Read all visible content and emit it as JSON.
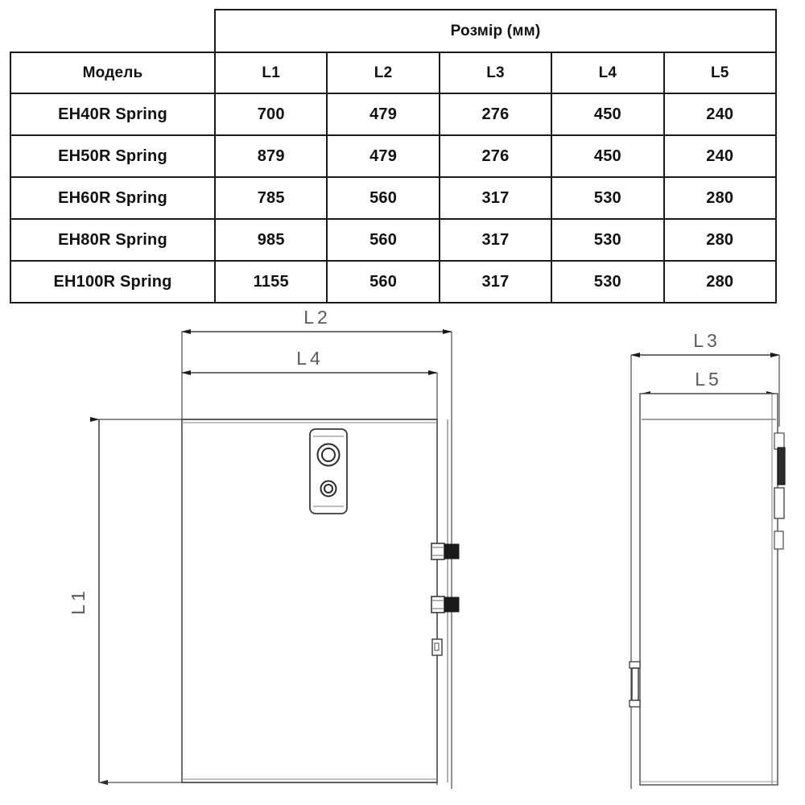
{
  "table": {
    "group_header": "Розмір (мм)",
    "columns": [
      "Модель",
      "L1",
      "L2",
      "L3",
      "L4",
      "L5"
    ],
    "rows": [
      {
        "model": "EH40R Spring",
        "l1": "700",
        "l2": "479",
        "l3": "276",
        "l4": "450",
        "l5": "240"
      },
      {
        "model": "EH50R Spring",
        "l1": "879",
        "l2": "479",
        "l3": "276",
        "l4": "450",
        "l5": "240"
      },
      {
        "model": "EH60R Spring",
        "l1": "785",
        "l2": "560",
        "l3": "317",
        "l4": "530",
        "l5": "280"
      },
      {
        "model": "EH80R Spring",
        "l1": "985",
        "l2": "560",
        "l3": "317",
        "l4": "530",
        "l5": "280"
      },
      {
        "model": "EH100R Spring",
        "l1": "1155",
        "l2": "560",
        "l3": "317",
        "l4": "530",
        "l5": "280"
      }
    ]
  },
  "drawing": {
    "front_view": {
      "dim_height": "L1",
      "dim_outer_width": "L2",
      "dim_inner_width": "L4"
    },
    "side_view": {
      "dim_outer_depth": "L3",
      "dim_inner_depth": "L5"
    }
  },
  "colors": {
    "line": "#4a4a4a",
    "line_dark": "#1a1a1a",
    "dim_text": "#5a5a5a",
    "background": "#ffffff"
  }
}
